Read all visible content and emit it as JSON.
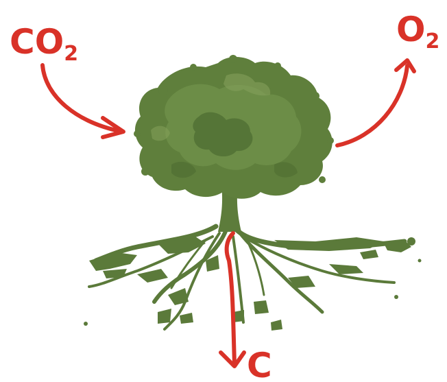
{
  "labels": {
    "input": {
      "main": "CO",
      "sub": "2"
    },
    "output": {
      "main": "O",
      "sub": "2"
    },
    "root": "C"
  },
  "colors": {
    "ink": "#d93228",
    "tree_dark": "#4f6e34",
    "tree_mid": "#6d8c47",
    "tree_light": "#87a35c"
  },
  "icons": {
    "tree": "tree-icon",
    "arrows": [
      "arrow-in-icon",
      "arrow-out-icon",
      "arrow-down-icon"
    ]
  }
}
